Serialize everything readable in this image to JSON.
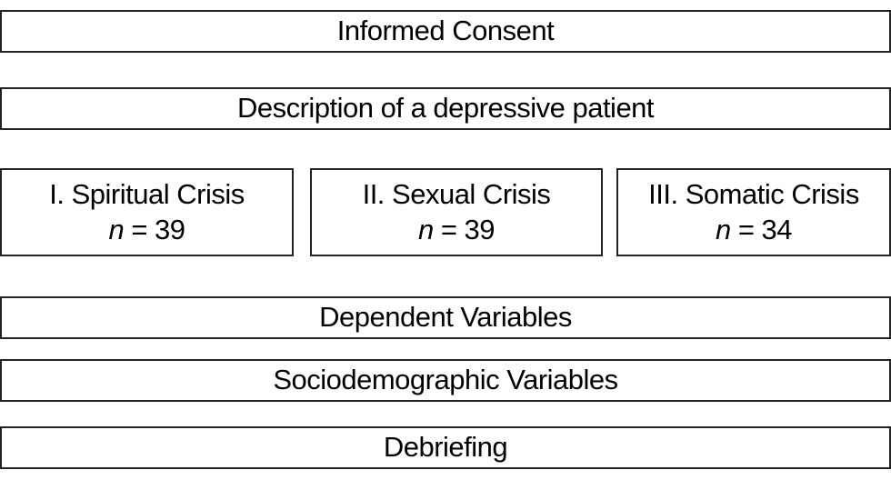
{
  "diagram": {
    "steps": {
      "consent": "Informed Consent",
      "description": "Description of a depressive patient",
      "conditions": [
        {
          "label": "I. Spiritual Crisis",
          "n_symbol": "n",
          "n_value": "= 39"
        },
        {
          "label": "II. Sexual Crisis",
          "n_symbol": "n",
          "n_value": "= 39"
        },
        {
          "label": "III. Somatic Crisis",
          "n_symbol": "n",
          "n_value": "= 34"
        }
      ],
      "dependent": "Dependent Variables",
      "sociodemographic": "Sociodemographic Variables",
      "debriefing": "Debriefing"
    },
    "colors": {
      "border": "#222222",
      "background": "#ffffff",
      "text": "#000000"
    }
  }
}
